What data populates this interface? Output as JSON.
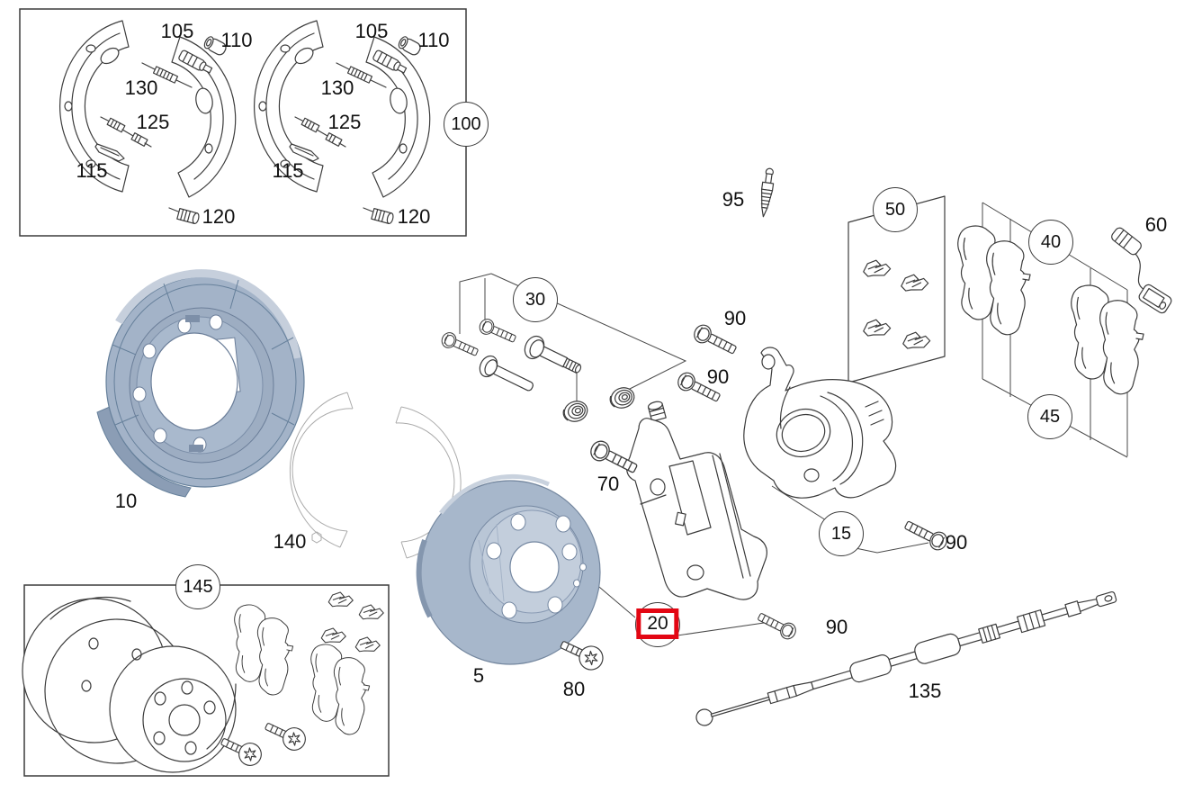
{
  "diagram": {
    "kind": "parts-catalog-exploded-view",
    "subject": "rear disc brake assembly",
    "selected_callout": "20"
  },
  "colors": {
    "background": "#ffffff",
    "line_art": "#3c3c3c",
    "label_text": "#111111",
    "highlight_red": "#e30613",
    "steel_blue_fill": "#a7b7cb",
    "steel_blue_shadow": "#8496ae",
    "steel_blue_highlight": "#d2dae5"
  },
  "callouts": {
    "c105_l": "105",
    "c110_l": "110",
    "c130_l": "130",
    "c125_l": "125",
    "c115_l": "115",
    "c120_l": "120",
    "c105_r": "105",
    "c110_r": "110",
    "c130_r": "130",
    "c125_r": "125",
    "c115_r": "115",
    "c120_r": "120",
    "c100": "100",
    "c10": "10",
    "c140": "140",
    "c30": "30",
    "c95": "95",
    "c50": "50",
    "c40": "40",
    "c60": "60",
    "c45": "45",
    "c90_1": "90",
    "c90_2": "90",
    "c90_3": "90",
    "c90_4": "90",
    "c70": "70",
    "c15": "15",
    "c20": "20",
    "c5": "5",
    "c80": "80",
    "c135": "135",
    "c145": "145"
  }
}
